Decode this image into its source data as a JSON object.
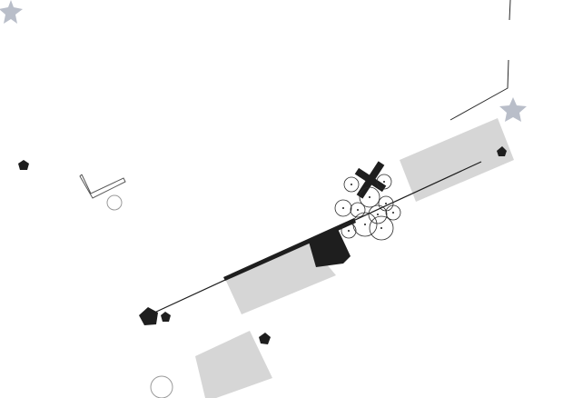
{
  "artwork": {
    "colors": {
      "background": "#ffffff",
      "ink": "#1e1e1e",
      "light_gray": "#d6d6d6",
      "star_gray": "#b9bec9",
      "outline": "#2a2a2a",
      "circle_outline": "#9a9a9a"
    },
    "shapes": [
      "star-icon",
      "star-icon",
      "pentagon-icon",
      "pentagon-icon",
      "pentagon-icon",
      "pentagon-icon",
      "pentagon-icon",
      "gray-rectangle",
      "gray-rectangle",
      "gray-rectangle",
      "cross-icon",
      "circle-cluster",
      "chevron-outline",
      "diagonal-line"
    ]
  }
}
